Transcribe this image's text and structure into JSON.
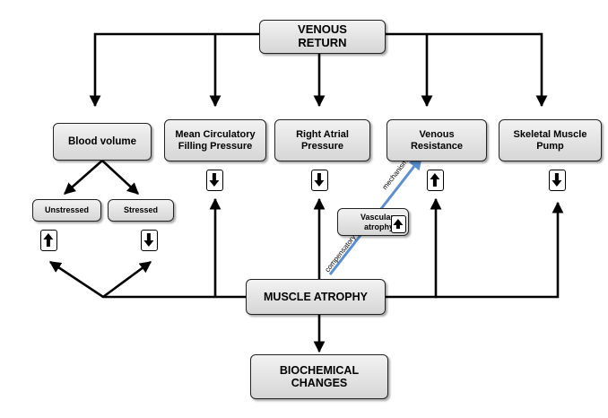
{
  "nodes": {
    "venous_return": "VENOUS RETURN",
    "blood_volume": "Blood volume",
    "mean_circulatory": "Mean Circulatory Filling Pressure",
    "right_atrial": "Right Atrial Pressure",
    "venous_resistance": "Venous Resistance",
    "skeletal_muscle_pump": "Skeletal Muscle Pump",
    "unstressed": "Unstressed",
    "stressed": "Stressed",
    "vascular_atrophy": "Vascular atrophy",
    "muscle_atrophy": "MUSCLE ATROPHY",
    "biochemical": "BIOCHEMICAL CHANGES"
  },
  "indicators": {
    "mean_circulatory": "down",
    "right_atrial": "down",
    "venous_resistance": "up",
    "skeletal_muscle_pump": "down",
    "unstressed": "up",
    "stressed": "down",
    "vascular_atrophy": "up"
  },
  "labels": {
    "compensatory": "compensatory",
    "mechanisms": "mechanisms"
  },
  "colors": {
    "box_fill_top": "#f2f2f2",
    "box_fill_bottom": "#d6d6d6",
    "line": "#000000",
    "compensatory_arrow": "#5b8fd0"
  }
}
